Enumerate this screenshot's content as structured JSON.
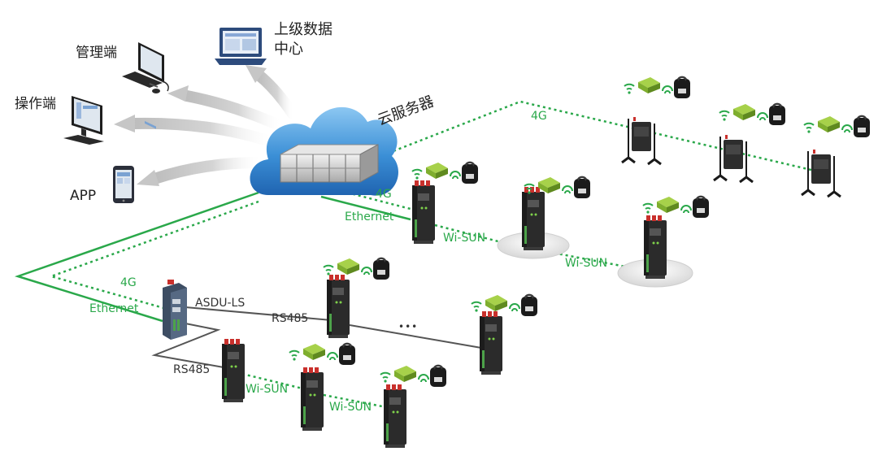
{
  "labels": {
    "management": "管理端",
    "upper_data_center_l1": "上级数据",
    "upper_data_center_l2": "中心",
    "operation": "操作端",
    "app": "APP",
    "cloud_server": "云服务器",
    "g4_top": "4G",
    "g4_mid": "4G",
    "g4_left": "4G",
    "ethernet_mid": "Ethernet",
    "ethernet_left": "Ethernet",
    "wisun_1": "Wi-SUN",
    "wisun_2": "Wi-SUN",
    "wisun_3": "Wi-SUN",
    "wisun_4": "Wi-SUN",
    "asdu": "ASDU-LS",
    "rs485_1": "RS485",
    "rs485_2": "RS485",
    "ellipsis": "•••"
  },
  "colors": {
    "link_green": "#2aa84a",
    "rs485_gray": "#555555",
    "cloud_blue": "#3b8fd6",
    "arrow_gray": "#c8c8c8",
    "sensor_green": "#9bc93a",
    "device_dark": "#2b2b2b",
    "device_red": "#c9302c"
  },
  "icons": {
    "laptop": "laptop-icon",
    "desktop": "desktop-icon",
    "tablet": "tablet-icon",
    "cloud": "cloud-server-icon",
    "gateway": "gateway-icon",
    "meter": "din-rail-meter-icon",
    "router": "4g-router-icon",
    "wifi": "wireless-signal-icon",
    "sensor": "wireless-temperature-sensor-icon",
    "ct": "current-transformer-icon"
  }
}
